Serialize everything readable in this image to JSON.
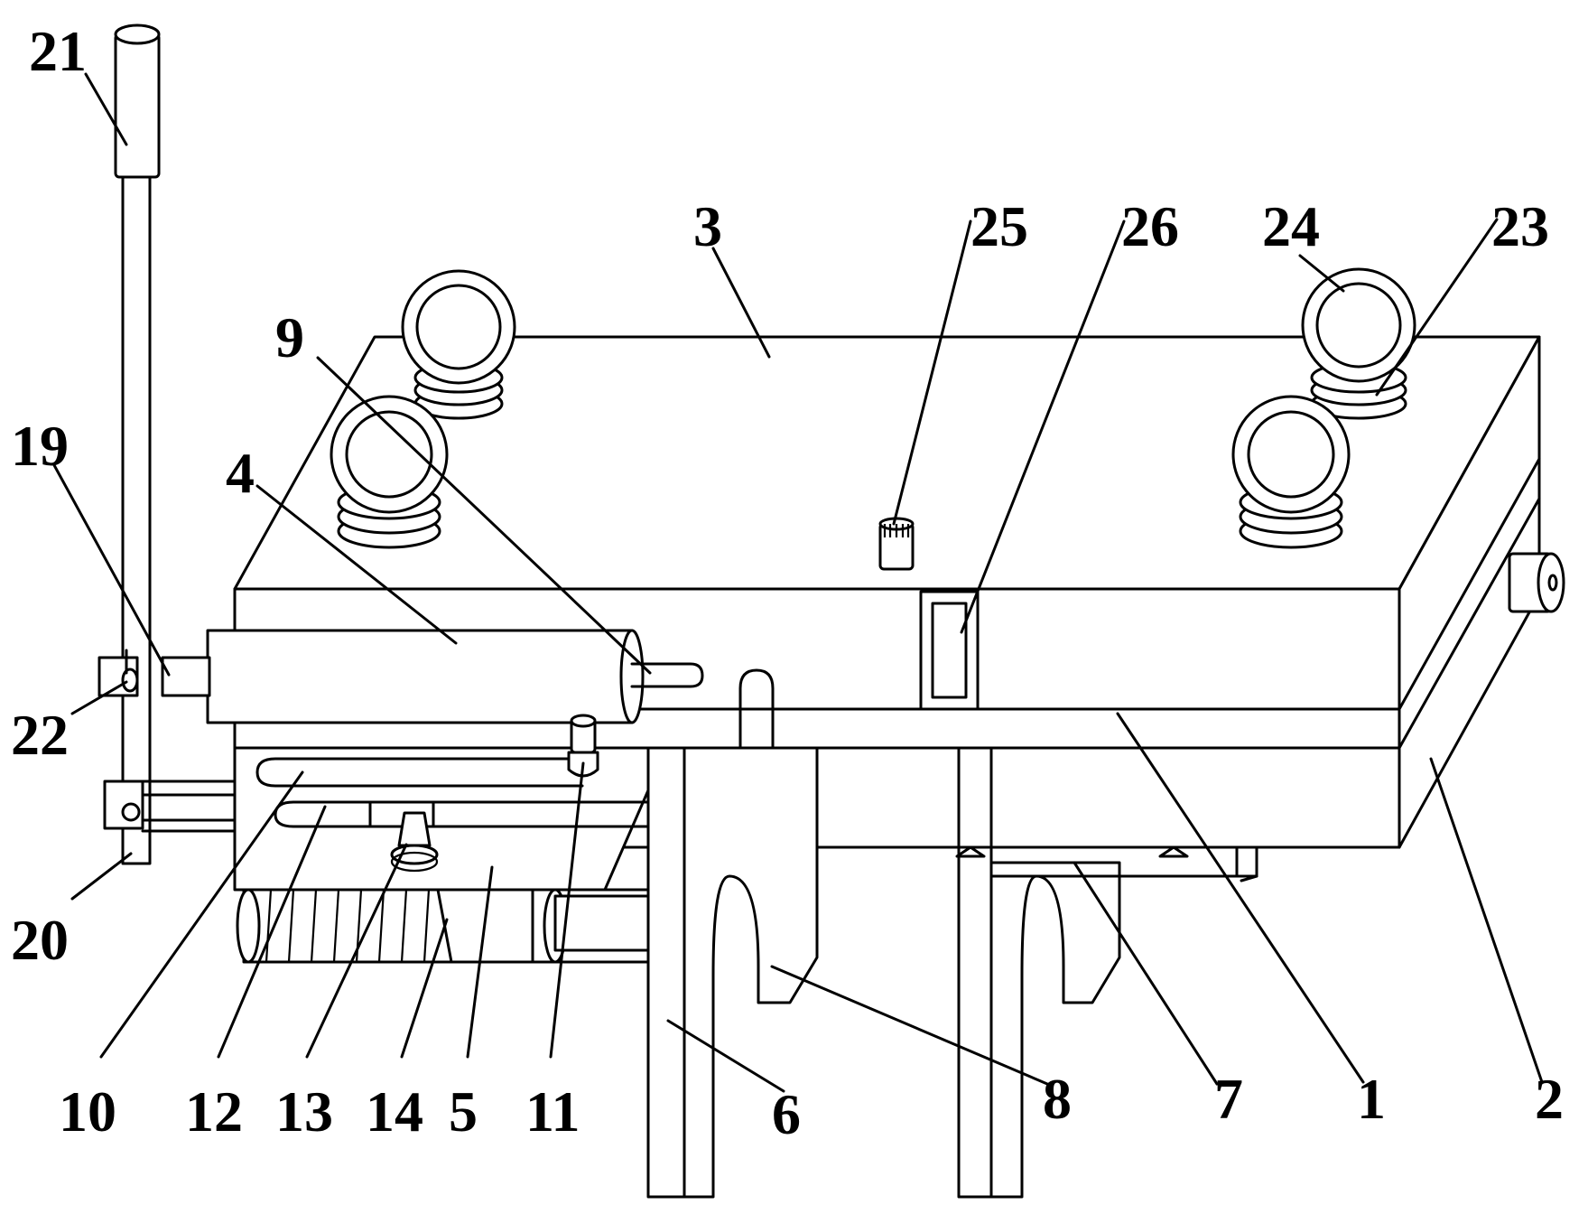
{
  "diagram": {
    "labels": [
      {
        "id": "l21",
        "text": "21"
      },
      {
        "id": "l3",
        "text": "3"
      },
      {
        "id": "l25",
        "text": "25"
      },
      {
        "id": "l26",
        "text": "26"
      },
      {
        "id": "l24",
        "text": "24"
      },
      {
        "id": "l23",
        "text": "23"
      },
      {
        "id": "l9",
        "text": "9"
      },
      {
        "id": "l19",
        "text": "19"
      },
      {
        "id": "l4",
        "text": "4"
      },
      {
        "id": "l22",
        "text": "22"
      },
      {
        "id": "l20",
        "text": "20"
      },
      {
        "id": "l10",
        "text": "10"
      },
      {
        "id": "l12",
        "text": "12"
      },
      {
        "id": "l13",
        "text": "13"
      },
      {
        "id": "l14",
        "text": "14"
      },
      {
        "id": "l5",
        "text": "5"
      },
      {
        "id": "l11",
        "text": "11"
      },
      {
        "id": "l6",
        "text": "6"
      },
      {
        "id": "l8",
        "text": "8"
      },
      {
        "id": "l7",
        "text": "7"
      },
      {
        "id": "l1",
        "text": "1"
      },
      {
        "id": "l2",
        "text": "2"
      }
    ]
  }
}
